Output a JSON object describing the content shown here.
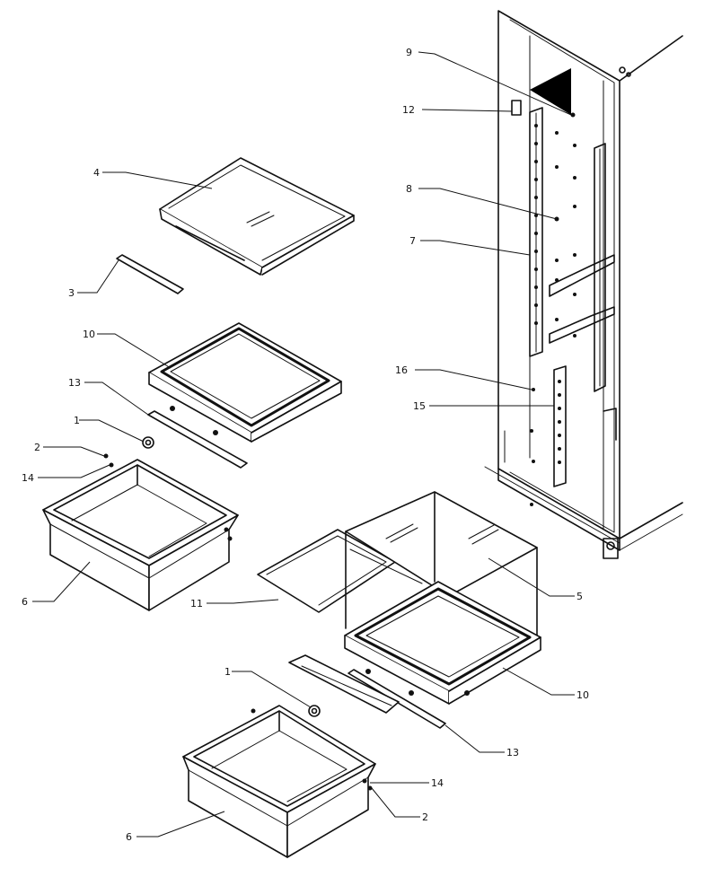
{
  "diagram": {
    "callouts": {
      "c1a": "1",
      "c1b": "1",
      "c2a": "2",
      "c2b": "2",
      "c3": "3",
      "c4": "4",
      "c5": "5",
      "c6a": "6",
      "c6b": "6",
      "c7": "7",
      "c8": "8",
      "c9": "9",
      "c10a": "10",
      "c10b": "10",
      "c11": "11",
      "c12": "12",
      "c13a": "13",
      "c13b": "13",
      "c14a": "14",
      "c14b": "14",
      "c15": "15",
      "c16": "16"
    }
  }
}
